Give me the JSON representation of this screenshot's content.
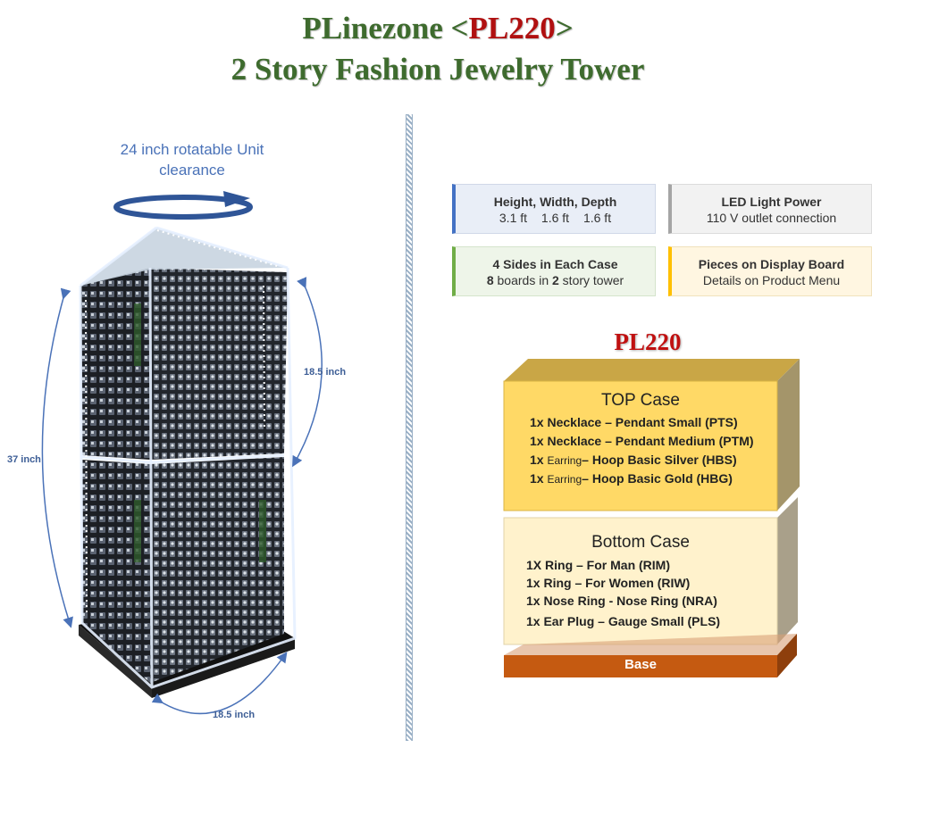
{
  "title": {
    "brand": "PLinezone",
    "model_open": "<",
    "model": "PL220",
    "model_close": ">",
    "subtitle": "2 Story Fashion Jewelry Tower"
  },
  "left_panel": {
    "rotation_label_line1": "24 inch rotatable Unit",
    "rotation_label_line2": "clearance",
    "height_label": "37 inch",
    "depth_label": "18.5 inch",
    "width_label": "18.5 inch"
  },
  "info_cards": [
    {
      "title": "Height, Width, Depth",
      "values": [
        "3.1 ft",
        "1.6 ft",
        "1.6 ft"
      ],
      "accent": "#4472c4",
      "bg": "#e9eef7"
    },
    {
      "title": "LED Light Power",
      "value": "110 V outlet connection",
      "accent": "#a5a5a5",
      "bg": "#f2f2f2"
    },
    {
      "title": "4 Sides in Each Case",
      "value_num1": "8",
      "value_mid": " boards in ",
      "value_num2": "2",
      "value_end": " story tower",
      "accent": "#70ad47",
      "bg": "#eef5e9"
    },
    {
      "title": "Pieces on Display Board",
      "value": "Details on Product Menu",
      "accent": "#ffc000",
      "bg": "#fff6e1"
    }
  ],
  "tower": {
    "model": "PL220",
    "top_case": {
      "title": "TOP Case",
      "items": [
        {
          "qty": "1x",
          "pre": "",
          "small": "",
          "text": "Necklace – Pendant Small (PTS)"
        },
        {
          "qty": "1x",
          "pre": "",
          "small": "",
          "text": "Necklace – Pendant Medium (PTM)"
        },
        {
          "qty": "1x",
          "pre": "",
          "small": "Earring",
          "text": "– Hoop Basic Silver (HBS)"
        },
        {
          "qty": "1x",
          "pre": "",
          "small": "Earring",
          "text": "– Hoop Basic Gold (HBG)"
        }
      ]
    },
    "bottom_case": {
      "title": "Bottom Case",
      "items": [
        {
          "qty": "1X",
          "text": "Ring – For Man (RIM)"
        },
        {
          "qty": "1x",
          "text": "Ring – For Women (RIW)"
        },
        {
          "qty": "1x",
          "text": "Nose Ring - Nose Ring (NRA)"
        },
        {
          "qty": "1x",
          "text": "Ear Plug – Gauge Small (PLS)"
        }
      ]
    },
    "base": "Base"
  },
  "colors": {
    "title_green": "#3e6b2e",
    "title_red": "#b01010",
    "top_case": "#ffd966",
    "bottom_case": "#fff2cc",
    "base": "#c55a11"
  }
}
